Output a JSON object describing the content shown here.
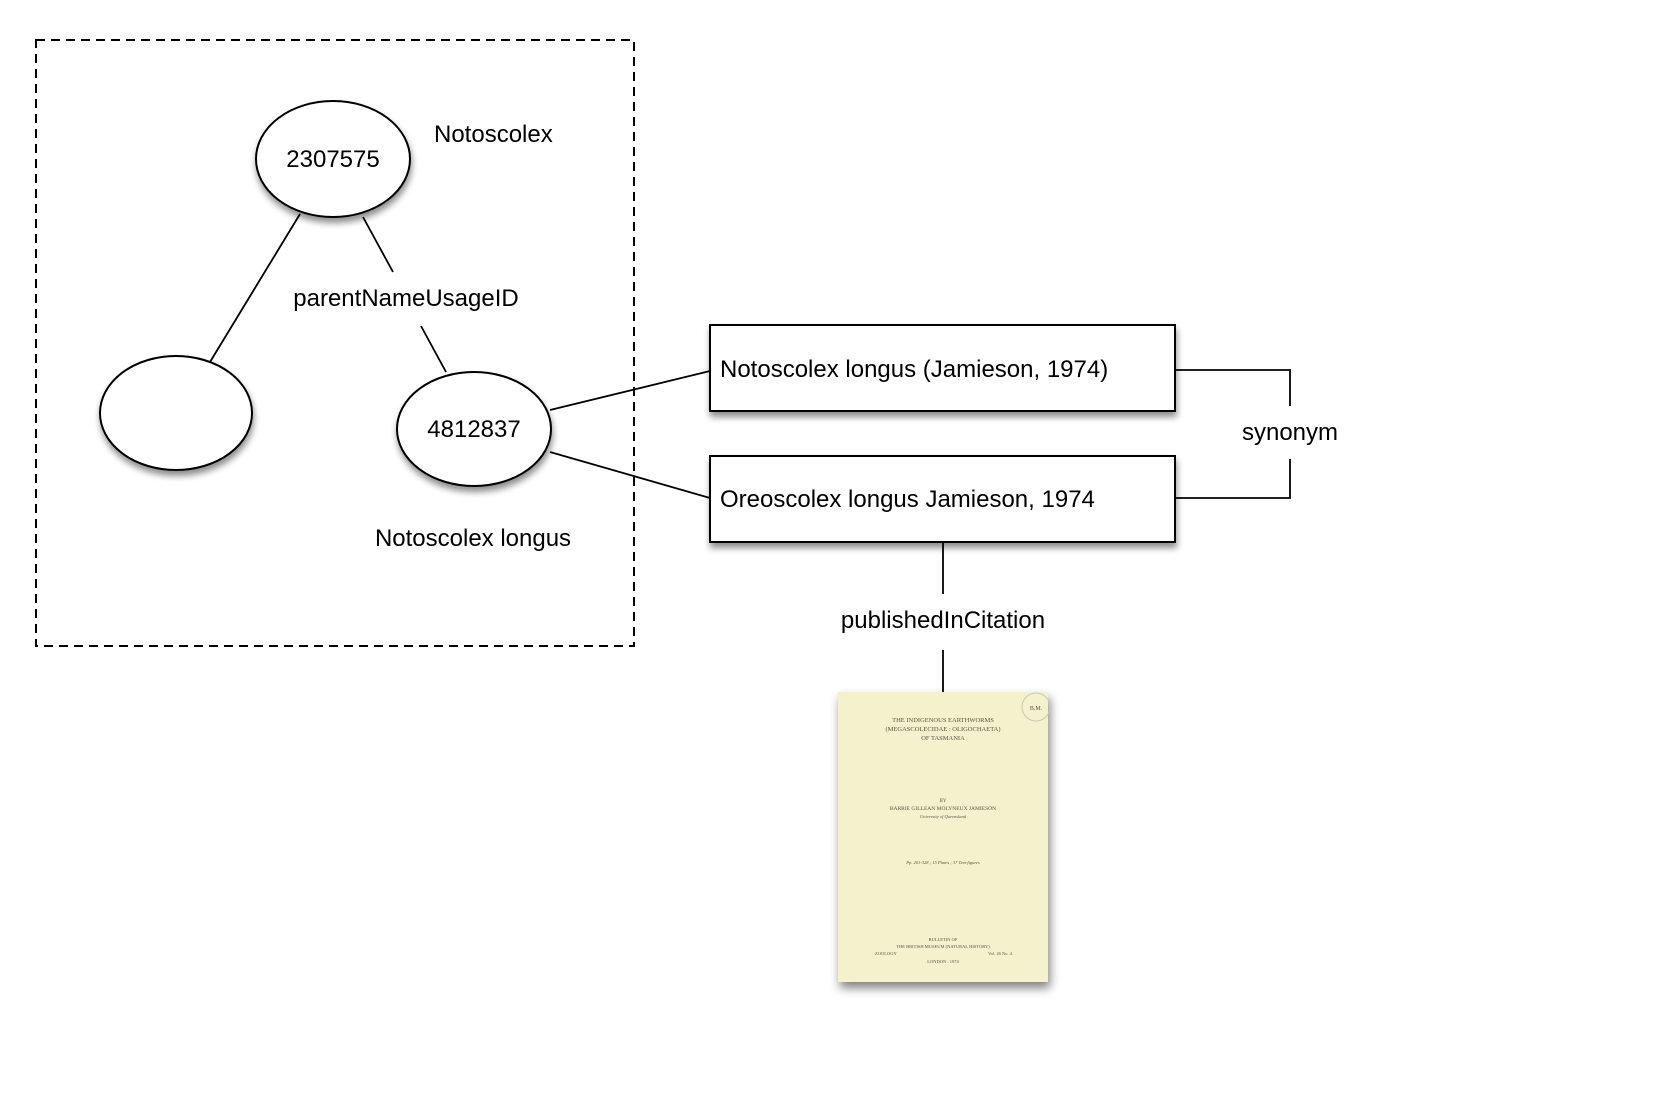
{
  "taxon_group": {
    "genus_node": {
      "id": "2307575",
      "name": "Notoscolex"
    },
    "edge_label": "parentNameUsageID",
    "species_node": {
      "id": "4812837",
      "name": "Notoscolex longus"
    },
    "empty_node": {
      "id": ""
    }
  },
  "names": [
    {
      "text": "Notoscolex longus (Jamieson, 1974)"
    },
    {
      "text": "Oreoscolex longus Jamieson, 1974"
    }
  ],
  "synonym_label": "synonym",
  "citation_label": "publishedInCitation",
  "publication": {
    "title_lines": [
      "THE INDIGENOUS EARTHWORMS",
      "(MEGASCOLECIDAE : OLIGOCHAETA)",
      "OF TASMANIA"
    ],
    "by": "BY",
    "author": "BARRIE GILLEAN MOLYNEUX JAMIESON",
    "affiliation": "University of Queensland",
    "details": "Pp. 201-328 ; 15 Plates ; 37 Text-figures",
    "series_lines": [
      "BULLETIN OF",
      "THE BRITISH MUSEUM (NATURAL HISTORY)"
    ],
    "series_field": "ZOOLOGY",
    "series_volume": "Vol. 26 No. 4",
    "place_year": "LONDON : 1974",
    "cover_color": "#f3f2cc",
    "stamp_text": "B.M."
  },
  "colors": {
    "stroke": "#000000",
    "node_fill": "#ffffff",
    "background": "#ffffff"
  }
}
